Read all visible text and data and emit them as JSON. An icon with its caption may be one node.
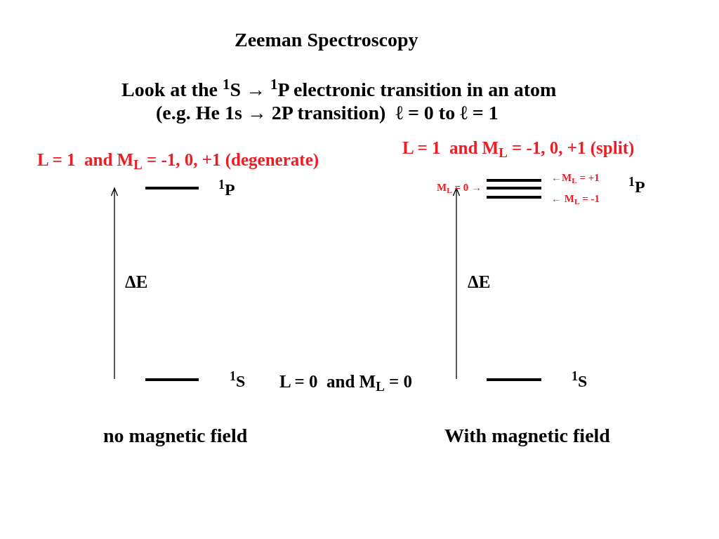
{
  "diagram": {
    "title": "Zeeman Spectroscopy",
    "nodes": [
      {
        "text": [],
        "shape": "bar",
        "beside": [
          "$^{1}$P"
        ]
      },
      {
        "text": [],
        "shape": "bar",
        "beside": [
          "$^{1}$S"
        ]
      },
      {
        "text": [],
        "shape": "bar",
        "beside": [
          "←M$_{L}$ = +1"
        ]
      },
      {
        "text": [],
        "shape": "bar",
        "beside": [
          "M$_{L}$ = 0 →"
        ]
      },
      {
        "text": [],
        "shape": "bar",
        "beside": [
          "← M$_{L}$ = -1"
        ]
      },
      {
        "text": [],
        "shape": "bar",
        "beside": [
          "$^{1}$S"
        ]
      }
    ],
    "labels": [
      "Look at the $^{1}$S → $^{1}$P electronic transition in an atom",
      "(e.g. He 1s → 2P transition)  ℓ = 0 to ℓ = 1",
      "L = 1  and M$_{L}$ = -1, 0, +1 (split)",
      "L = 1  and M$_{L}$ = -1, 0, +1 (degenerate)",
      "$^{1}$P",
      "ΔE",
      "ΔE",
      "L = 0  and M$_{L}$ = 0",
      "no magnetic field",
      "With magnetic field"
    ]
  }
}
